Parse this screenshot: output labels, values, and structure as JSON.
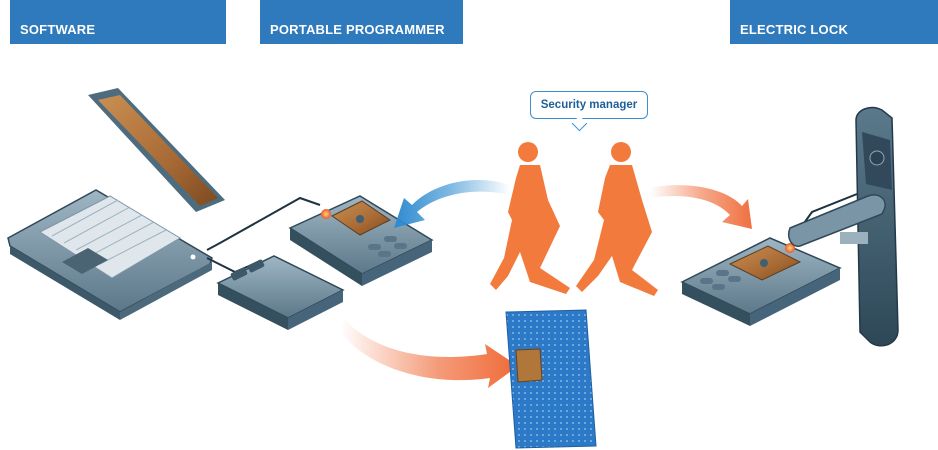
{
  "headers": {
    "software": "SOFTWARE",
    "programmer": "PORTABLE PROGRAMMER",
    "lock": "ELECTRIC LOCK"
  },
  "callout": {
    "security_manager": "Security manager"
  },
  "colors": {
    "header_blue": "#2f79bd",
    "arrow_blue": "#2e8bd0",
    "arrow_orange": "#f07040",
    "person_orange": "#f27a3c",
    "device_dark": "#3d5c6e"
  },
  "icons": [
    "laptop-icon",
    "card-reader-icon",
    "portable-programmer-icon",
    "person-icon",
    "smart-card-icon",
    "door-handle-icon"
  ]
}
